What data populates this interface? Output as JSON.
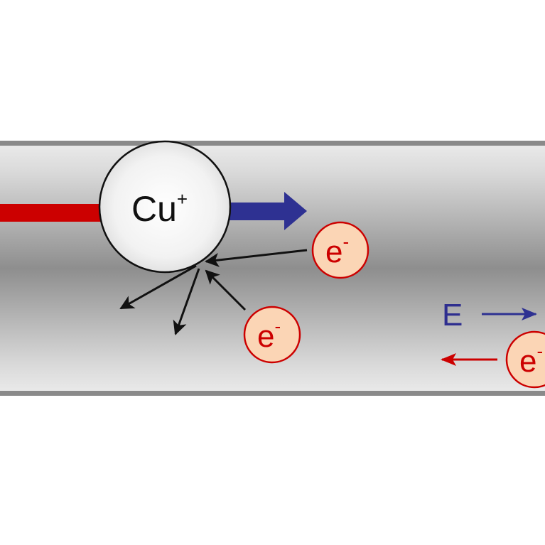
{
  "ion": {
    "label": "Cu",
    "charge": "+"
  },
  "electron": {
    "label": "e",
    "charge": "-"
  },
  "field": {
    "label": "E"
  },
  "colors": {
    "wire_border": "#8a8a8a",
    "wire_light": "#e8e8e8",
    "wire_dark": "#8f8f8f",
    "ion_trail": "#cc0000",
    "ion_drift_arrow": "#2e3192",
    "electron_fill": "#fbd5b5",
    "electron_stroke": "#cc0000",
    "scatter_arrows": "#111111",
    "field_arrow": "#2e3192",
    "electron_flow_arrow": "#cc0000"
  },
  "icons": {
    "ion": "ion-circle",
    "electron": "electron-circle",
    "arrows": "arrow"
  }
}
